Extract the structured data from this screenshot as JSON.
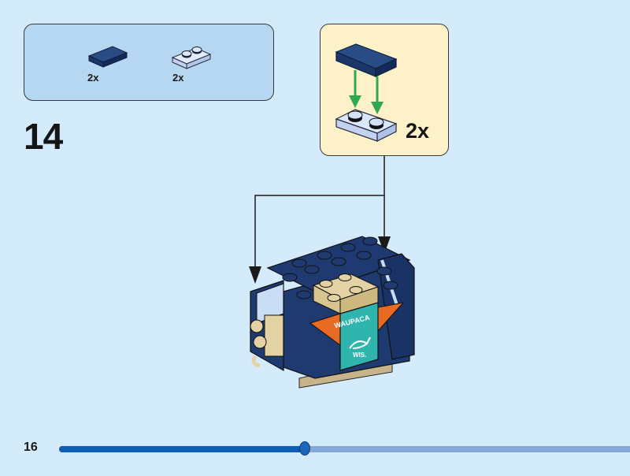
{
  "parts_list": {
    "items": [
      {
        "name": "dark blue 1x2 tile",
        "quantity": "2x",
        "color": "#1c3a6e"
      },
      {
        "name": "light blue 1x2 plate",
        "quantity": "2x",
        "color": "#c9d9f2"
      }
    ]
  },
  "step": {
    "number": "14"
  },
  "sub_assembly": {
    "quantity": "2x",
    "arrow_color": "#2fa84f"
  },
  "model": {
    "sign_text_top": "WAUPACA",
    "sign_text_bottom": "WIS.",
    "colors": {
      "dark_blue": "#1f3a70",
      "tan": "#e3d2a3",
      "teal": "#2fb5ad",
      "orange": "#e86a23"
    }
  },
  "footer": {
    "page_number": "16",
    "progress_percent": 43
  }
}
